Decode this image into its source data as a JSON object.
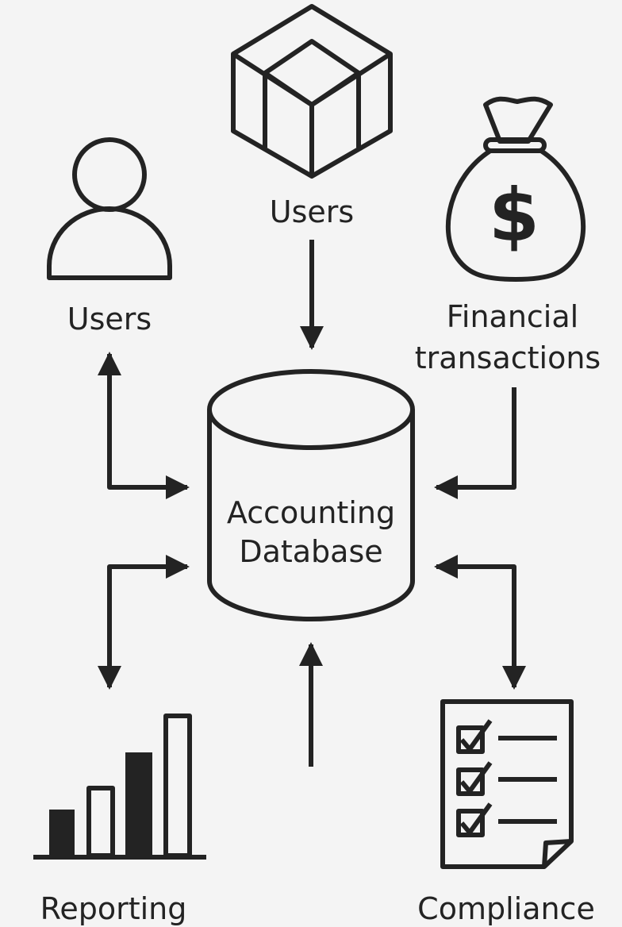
{
  "nodes": {
    "users_left": {
      "label": "Users",
      "icon": "user-icon"
    },
    "users_top": {
      "label": "Users",
      "icon": "box-icon"
    },
    "financial_transactions": {
      "label_line1": "Financial",
      "label_line2": "transactions",
      "icon": "money-bag-icon"
    },
    "database": {
      "label_line1": "Accounting",
      "label_line2": "Database",
      "icon": "database-cylinder-icon"
    },
    "reporting": {
      "label": "Reporting",
      "icon": "bar-chart-icon"
    },
    "compliance": {
      "label": "Compliance",
      "icon": "checklist-document-icon"
    }
  },
  "colors": {
    "background": "#f4f4f4",
    "ink": "#232323"
  }
}
